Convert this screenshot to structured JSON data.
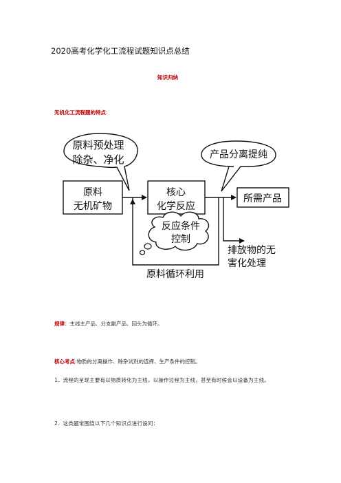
{
  "title": "2020高考化学化工流程试题知识点总结",
  "summary_heading": "知识归纳",
  "section_heading": "无机化工流程题的特点",
  "section_heading_suffix": ":",
  "rule": {
    "label": "规律",
    "text": "：主线主产品、分支副产品、回头为循环。"
  },
  "key_points": {
    "label": "核心考点",
    "text": ":物质的分离操作、除杂试剂的选择、生产条件的控制。"
  },
  "para1": "1．流程的呈现主要有以物质转化为主线，以操作过程为主线，甚至有时候会以设备为主线。",
  "para2": "2．这类题常围绕以下几个知识点进行设问：",
  "diagram": {
    "pretreat_line1": "原料预处理",
    "pretreat_line2": "除杂、净化",
    "separation": "产品分离提纯",
    "raw_line1": "原料",
    "raw_line2": "无机矿物",
    "core_line1": "核心",
    "core_line2": "化学反应",
    "product": "所需产品",
    "condition_line1": "反应条件",
    "condition_line2": "控制",
    "waste_line1": "排放物的无",
    "waste_line2": "害化处理",
    "recycle": "原料循环利用"
  }
}
